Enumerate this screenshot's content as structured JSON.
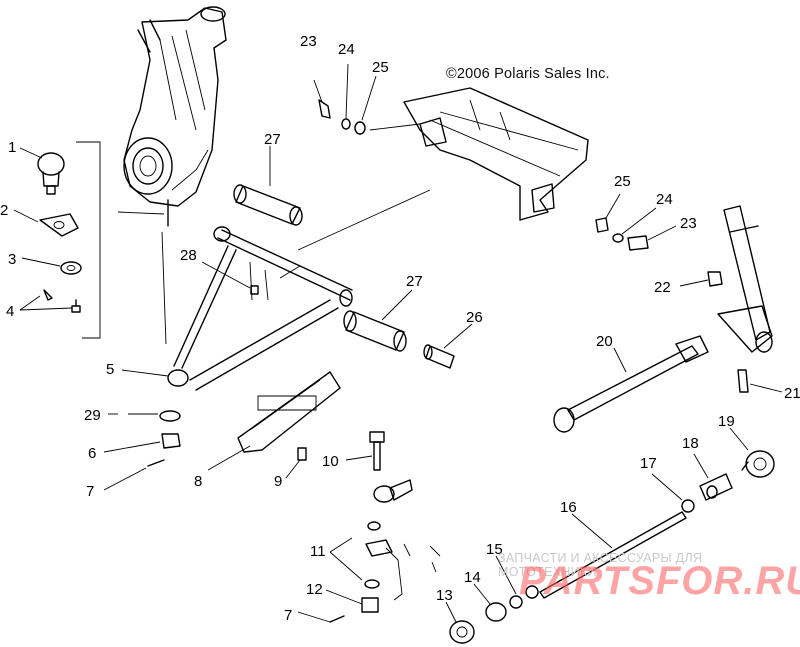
{
  "copyright": "©2006 Polaris Sales Inc.",
  "watermark": {
    "tagline": "ЗАПЧАСТИ И АКСЕССУАРЫ ДЛЯ МОТОТЕХНИКИ",
    "brand": "PARTSFOR.RU"
  },
  "callouts": [
    {
      "id": "c1",
      "text": "1"
    },
    {
      "id": "c2",
      "text": "2"
    },
    {
      "id": "c3",
      "text": "3"
    },
    {
      "id": "c4",
      "text": "4"
    },
    {
      "id": "c5",
      "text": "5"
    },
    {
      "id": "c6",
      "text": "6"
    },
    {
      "id": "c7a",
      "text": "7"
    },
    {
      "id": "c7b",
      "text": "7"
    },
    {
      "id": "c8",
      "text": "8"
    },
    {
      "id": "c9",
      "text": "9"
    },
    {
      "id": "c10",
      "text": "10"
    },
    {
      "id": "c11",
      "text": "11"
    },
    {
      "id": "c12",
      "text": "12"
    },
    {
      "id": "c13",
      "text": "13"
    },
    {
      "id": "c14",
      "text": "14"
    },
    {
      "id": "c15",
      "text": "15"
    },
    {
      "id": "c16",
      "text": "16"
    },
    {
      "id": "c17",
      "text": "17"
    },
    {
      "id": "c18",
      "text": "18"
    },
    {
      "id": "c19",
      "text": "19"
    },
    {
      "id": "c20",
      "text": "20"
    },
    {
      "id": "c21",
      "text": "21"
    },
    {
      "id": "c22",
      "text": "22"
    },
    {
      "id": "c23a",
      "text": "23"
    },
    {
      "id": "c23b",
      "text": "23"
    },
    {
      "id": "c24a",
      "text": "24"
    },
    {
      "id": "c24b",
      "text": "24"
    },
    {
      "id": "c25a",
      "text": "25"
    },
    {
      "id": "c25b",
      "text": "25"
    },
    {
      "id": "c26",
      "text": "26"
    },
    {
      "id": "c27a",
      "text": "27"
    },
    {
      "id": "c27b",
      "text": "27"
    },
    {
      "id": "c28",
      "text": "28"
    },
    {
      "id": "c29",
      "text": "29"
    }
  ]
}
